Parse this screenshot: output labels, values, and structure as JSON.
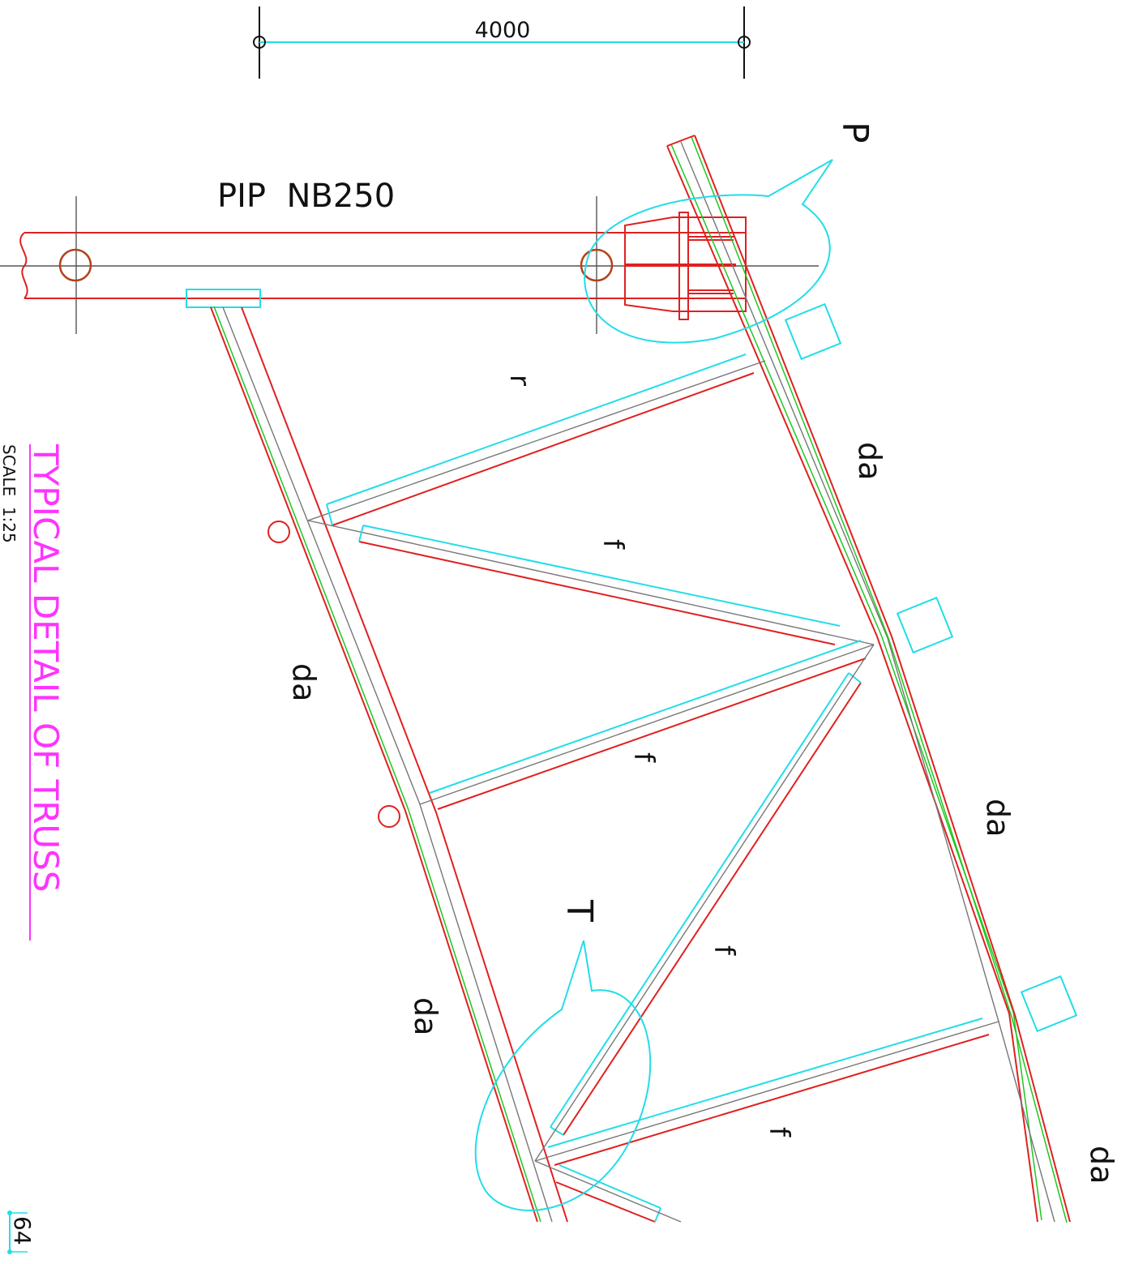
{
  "drawing": {
    "dimension_value": "4000",
    "pipe_label": "PIP  NB250",
    "callout_p": "P",
    "callout_t": "T",
    "member_labels": {
      "top_chord_1": "da",
      "top_chord_2": "da",
      "top_chord_3": "da",
      "bottom_chord_1": "da",
      "bottom_chord_2": "da",
      "web_r": "r",
      "web_f1": "f",
      "web_f2": "f",
      "web_f3": "f",
      "web_f4": "f"
    },
    "title": "TYPICAL DETAIL OF TRUSS",
    "scale": "SCALE  1:25",
    "sheet_number": "64"
  },
  "colors": {
    "member_red": "#e02020",
    "member_green": "#1ec81e",
    "member_cyan": "#22dde8",
    "centerline_gray": "#777777",
    "bolt_brown": "#b3421a",
    "title_magenta": "#ff33ff",
    "text_black": "#111111"
  }
}
